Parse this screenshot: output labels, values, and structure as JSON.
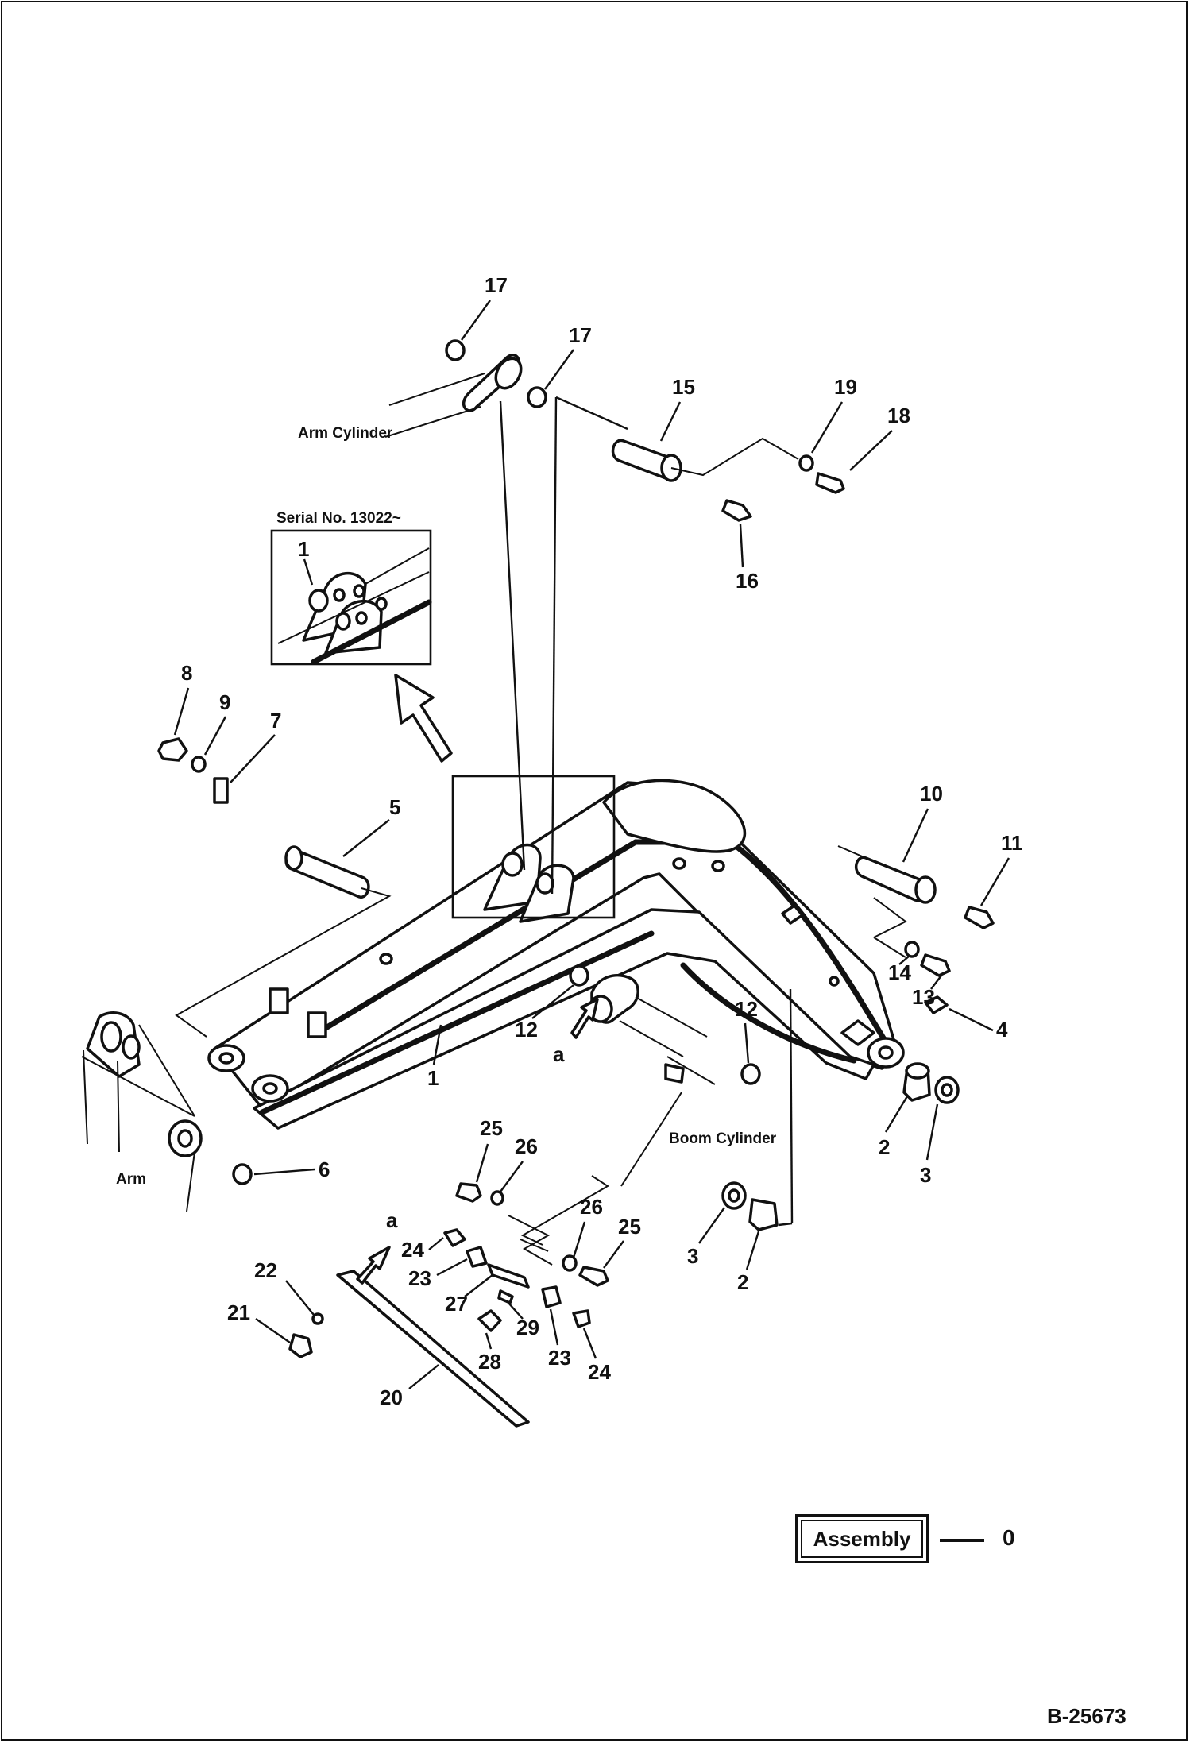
{
  "diagram": {
    "labels": {
      "arm_cylinder": "Arm Cylinder",
      "boom_cylinder": "Boom Cylinder",
      "arm": "Arm",
      "serial_note": "Serial No. 13022~"
    },
    "callouts": {
      "c1": "1",
      "c1_inset": "1",
      "c2a": "2",
      "c2b": "2",
      "c3a": "3",
      "c3b": "3",
      "c4": "4",
      "c5": "5",
      "c6": "6",
      "c7": "7",
      "c8": "8",
      "c9": "9",
      "c10": "10",
      "c11": "11",
      "c12a": "12",
      "c12b": "12",
      "c13": "13",
      "c14": "14",
      "c15": "15",
      "c16": "16",
      "c17a": "17",
      "c17b": "17",
      "c18": "18",
      "c19": "19",
      "c20": "20",
      "c21": "21",
      "c22": "22",
      "c23a": "23",
      "c23b": "23",
      "c24a": "24",
      "c24b": "24",
      "c25a": "25",
      "c25b": "25",
      "c26a": "26",
      "c26b": "26",
      "c27": "27",
      "c28": "28",
      "c29": "29",
      "a1": "a",
      "a2": "a"
    },
    "legend": {
      "label": "Assembly",
      "value": "0"
    },
    "drawing_number": "B-25673"
  }
}
